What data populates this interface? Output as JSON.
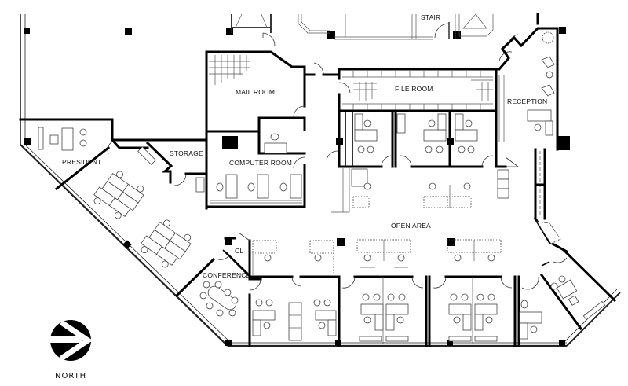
{
  "floor_plan": {
    "rooms": [
      {
        "id": "mail-room",
        "label": "MAIL ROOM"
      },
      {
        "id": "file-room",
        "label": "FILE ROOM"
      },
      {
        "id": "reception",
        "label": "RECEPTION"
      },
      {
        "id": "president",
        "label": "PRESIDENT"
      },
      {
        "id": "storage",
        "label": "STORAGE"
      },
      {
        "id": "computer-room",
        "label": "COMPUTER ROOM"
      },
      {
        "id": "open-area",
        "label": "OPEN AREA"
      },
      {
        "id": "closet",
        "label": "CL"
      },
      {
        "id": "conference",
        "label": "CONFERENCE"
      },
      {
        "id": "stair",
        "label": "STAIR"
      }
    ],
    "compass": {
      "label": "NORTH",
      "icon": "north-arrow-icon"
    },
    "colors": {
      "wall": "#000000",
      "furniture": "#444444",
      "background": "#ffffff"
    }
  }
}
